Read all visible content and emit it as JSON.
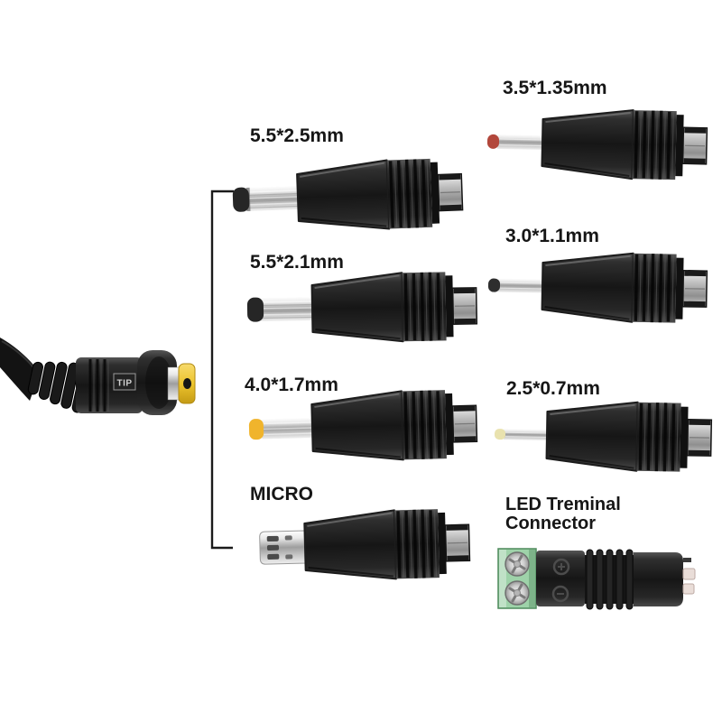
{
  "cable_plug": {
    "marking": "TIP",
    "tip_color": "#eec62f"
  },
  "adapters": [
    {
      "label": "5.5*2.5mm",
      "type": "dc-barrel-plug",
      "tip_color": "#262626"
    },
    {
      "label": "3.5*1.35mm",
      "type": "dc-pin-plug",
      "tip_color": "#b2473b"
    },
    {
      "label": "5.5*2.1mm",
      "type": "dc-barrel-plug",
      "tip_color": "#262626"
    },
    {
      "label": "3.0*1.1mm",
      "type": "dc-pin-plug",
      "tip_color": "#2e2e2e"
    },
    {
      "label": "4.0*1.7mm",
      "type": "dc-barrel-plug",
      "tip_color": "#f0b42c"
    },
    {
      "label": "2.5*0.7mm",
      "type": "dc-pin-plug",
      "tip_color": "#e9e2ae"
    },
    {
      "label": "MICRO",
      "type": "micro-usb-plug"
    },
    {
      "label_line1": "LED Treminal",
      "label_line2": "Connector",
      "type": "led-terminal-connector",
      "block_color": "#9ed2a9"
    }
  ]
}
